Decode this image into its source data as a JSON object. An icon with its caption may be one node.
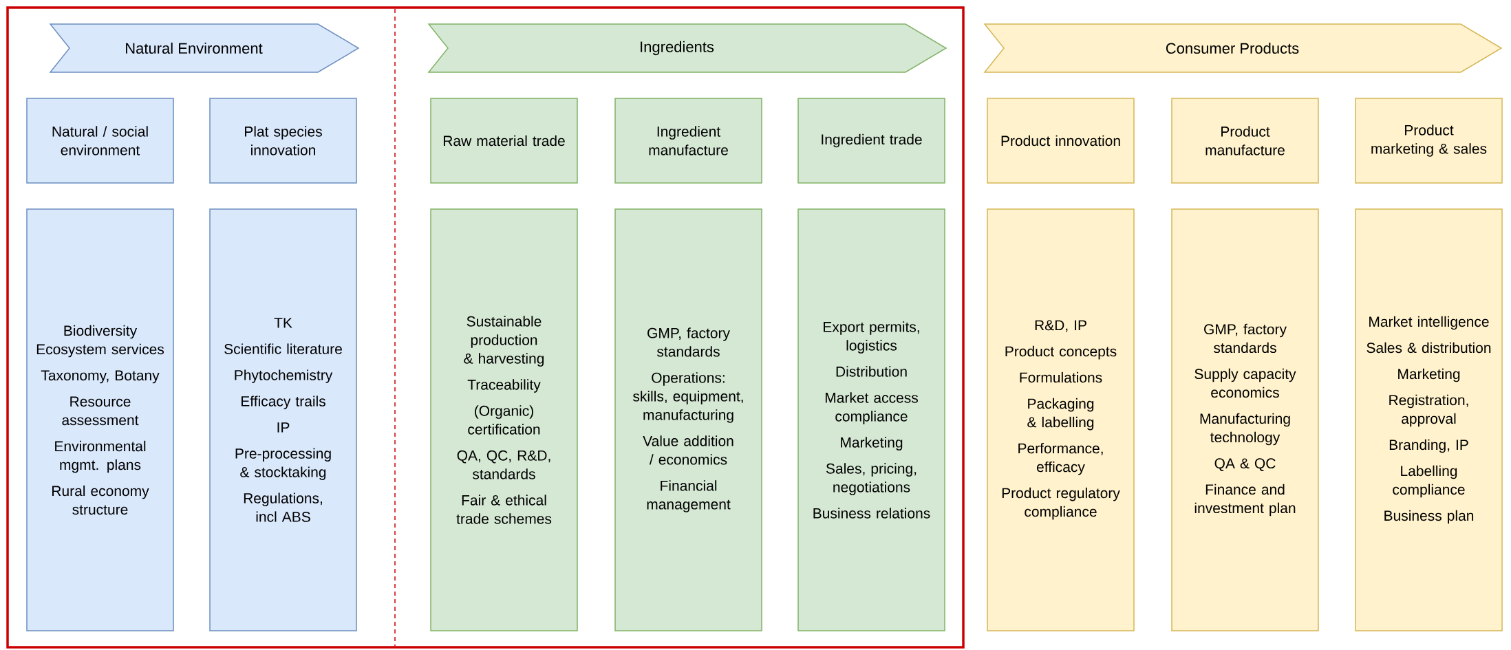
{
  "diagram": {
    "nodes": [
      {
        "text": [
          "Natural Environment"
        ]
      },
      {
        "text": [
          "Ingredients"
        ]
      },
      {
        "text": [
          "Consumer Products"
        ]
      },
      {
        "text": [
          "Natural / social environment"
        ]
      },
      {
        "text": [
          "Plat species innovation"
        ]
      },
      {
        "text": [
          "Raw material trade"
        ]
      },
      {
        "text": [
          "Ingredient manufacture"
        ]
      },
      {
        "text": [
          "Ingredient trade"
        ]
      },
      {
        "text": [
          "Product innovation"
        ]
      },
      {
        "text": [
          "Product manufacture"
        ]
      },
      {
        "text": [
          "Product marketing & sales"
        ]
      },
      {
        "text": [
          "Biodiversity Ecosystem services",
          "Taxonomy, Botany",
          "Resource assessment",
          "Environmental mgmt. plans",
          "Rural economy structure"
        ]
      },
      {
        "text": [
          "TK",
          "Scientific literature",
          "Phytochemistry",
          "Efficacy trails",
          "IP",
          "Pre-processing & stocktaking",
          "Regulations, incl ABS"
        ]
      },
      {
        "text": [
          "Sustainable production & harvesting",
          "Traceability",
          "(Organic) certification",
          "QA, QC, R&D, standards",
          "Fair & ethical trade schemes"
        ]
      },
      {
        "text": [
          "GMP, factory standards",
          "Operations: skills, equipment, manufacturing",
          "Value addition / economics",
          "Financial management"
        ]
      },
      {
        "text": [
          "Export permits, logistics",
          "Distribution",
          "Market access compliance",
          "Marketing",
          "Sales, pricing, negotiations",
          "Business relations"
        ]
      },
      {
        "text": [
          "R&D, IP",
          "Product concepts",
          "Formulations",
          "Packaging & labelling",
          "Performance, efficacy",
          "Product regulatory compliance"
        ]
      },
      {
        "text": [
          "GMP, factory standards",
          "Supply capacity economics",
          "Manufacturing technology",
          "QA & QC",
          "Finance and investment plan"
        ]
      },
      {
        "text": [
          "Market intelligence",
          "Sales & distribution",
          "Marketing",
          "Registration, approval",
          "Branding, IP",
          "Labelling compliance",
          "Business plan"
        ]
      }
    ]
  }
}
